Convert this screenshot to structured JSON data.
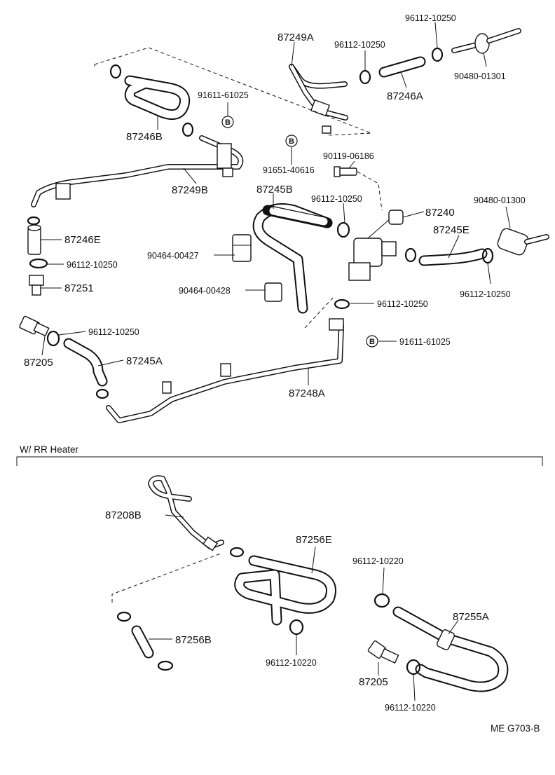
{
  "section_title": "W/ RR Heater",
  "figure_code": "ME  G703-B",
  "callout_symbol": "B",
  "labels": {
    "p87249A": "87249A",
    "p96112_10250_a": "96112-10250",
    "p96112_10250_b": "96112-10250",
    "p90480_01301": "90480-01301",
    "p87246A": "87246A",
    "p91611_61025_a": "91611-61025",
    "p87246B": "87246B",
    "p90119_06186": "90119-06186",
    "p91651_40616": "91651-40616",
    "p87249B": "87249B",
    "p87245B": "87245B",
    "p96112_10250_c": "96112-10250",
    "p87240": "87240",
    "p90480_01300": "90480-01300",
    "p87245E": "87245E",
    "p87246E": "87246E",
    "p90464_00427": "90464-00427",
    "p96112_10250_d": "96112-10250",
    "p87251": "87251",
    "p90464_00428": "90464-00428",
    "p96112_10250_e": "96112-10250",
    "p96112_10250_f": "96112-10250",
    "p96112_10250_g": "96112-10250",
    "p91611_61025_b": "91611-61025",
    "p87205_a": "87205",
    "p87245A": "87245A",
    "p87248A": "87248A",
    "p87208B": "87208B",
    "p87256E": "87256E",
    "p96112_10220_a": "96112-10220",
    "p87255A": "87255A",
    "p87256B": "87256B",
    "p96112_10220_b": "96112-10220",
    "p87205_b": "87205",
    "p96112_10220_c": "96112-10220"
  }
}
